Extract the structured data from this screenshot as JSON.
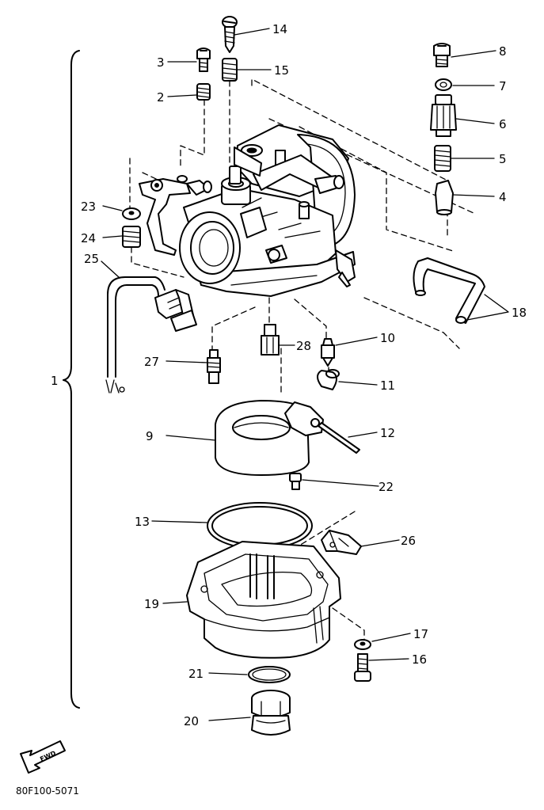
{
  "diagram": {
    "drawing_code": "80F100-5071",
    "direction_label": "FWD",
    "callouts": [
      {
        "id": "1",
        "label": "1"
      },
      {
        "id": "2",
        "label": "2"
      },
      {
        "id": "3",
        "label": "3"
      },
      {
        "id": "4",
        "label": "4"
      },
      {
        "id": "5",
        "label": "5"
      },
      {
        "id": "6",
        "label": "6"
      },
      {
        "id": "7",
        "label": "7"
      },
      {
        "id": "8",
        "label": "8"
      },
      {
        "id": "9",
        "label": "9"
      },
      {
        "id": "10",
        "label": "10"
      },
      {
        "id": "11",
        "label": "11"
      },
      {
        "id": "12",
        "label": "12"
      },
      {
        "id": "13",
        "label": "13"
      },
      {
        "id": "14",
        "label": "14"
      },
      {
        "id": "15",
        "label": "15"
      },
      {
        "id": "16",
        "label": "16"
      },
      {
        "id": "17",
        "label": "17"
      },
      {
        "id": "18",
        "label": "18"
      },
      {
        "id": "19",
        "label": "19"
      },
      {
        "id": "20",
        "label": "20"
      },
      {
        "id": "21",
        "label": "21"
      },
      {
        "id": "22",
        "label": "22"
      },
      {
        "id": "23",
        "label": "23"
      },
      {
        "id": "24",
        "label": "24"
      },
      {
        "id": "25",
        "label": "25"
      },
      {
        "id": "26",
        "label": "26"
      },
      {
        "id": "27",
        "label": "27"
      },
      {
        "id": "28",
        "label": "28"
      }
    ]
  }
}
